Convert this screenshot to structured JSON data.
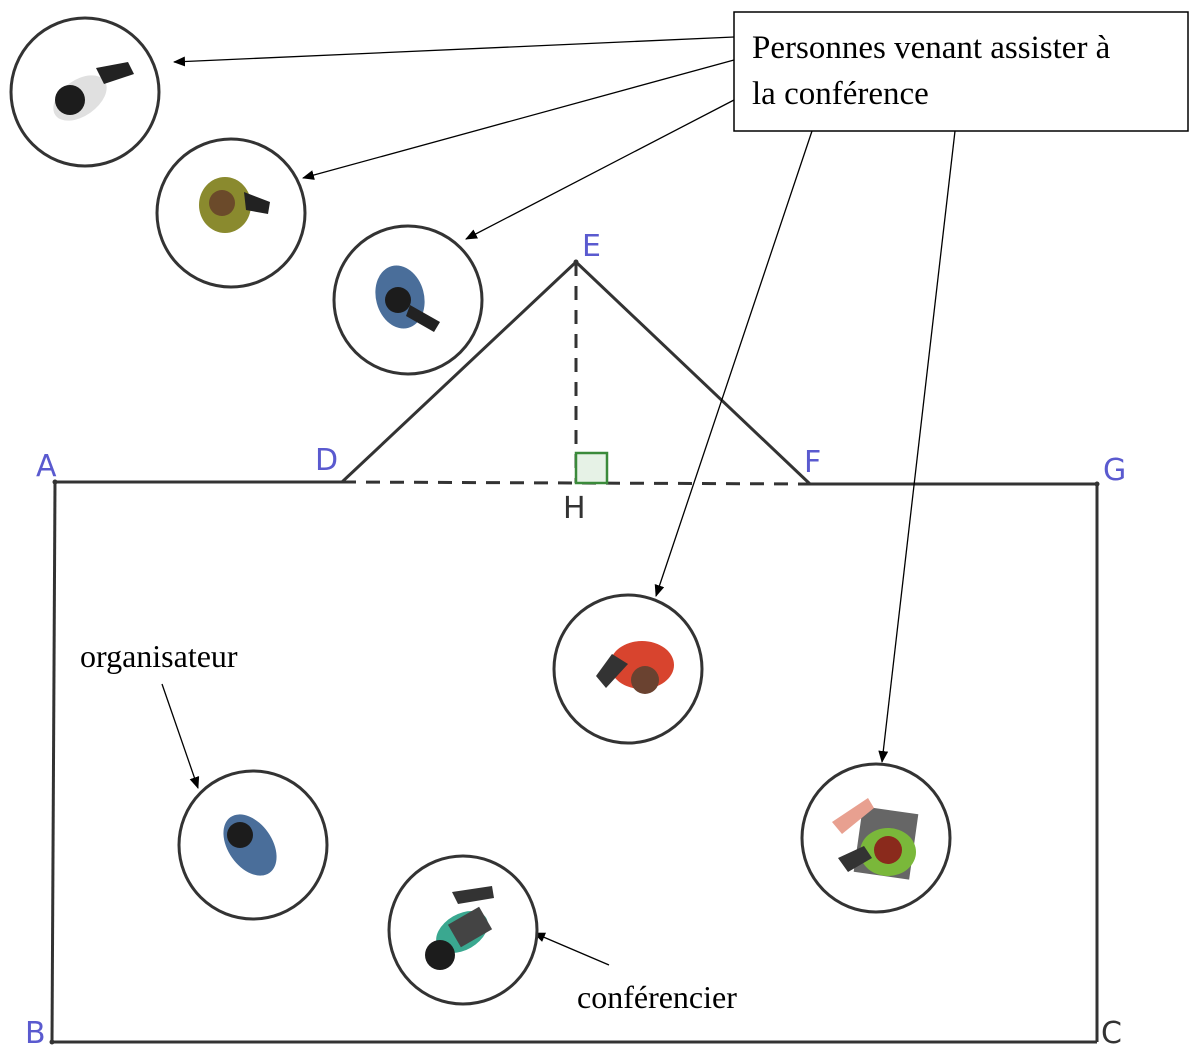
{
  "points": {
    "A": "A",
    "B": "B",
    "C": "C",
    "D": "D",
    "E": "E",
    "F": "F",
    "G": "G",
    "H": "H"
  },
  "callout": {
    "line1": "Personnes venant assister à",
    "line2": "la conférence"
  },
  "labels": {
    "organisateur": "organisateur",
    "conferencier": "conférencier"
  },
  "colors": {
    "point_label": "#5a5acf",
    "outline": "#333333",
    "right_angle": "#3a8a3a",
    "right_angle_fill": "#e6f2e6"
  },
  "people": [
    {
      "name": "person-dark-jacket-icon",
      "shirt": "#e0e0e0",
      "head": "#1c1c1c"
    },
    {
      "name": "person-olive-shirt-icon",
      "shirt": "#8a8a2e",
      "head": "#6b4a2a"
    },
    {
      "name": "person-blue-jacket-icon",
      "shirt": "#4a6e9a",
      "head": "#1c1c1c"
    },
    {
      "name": "person-red-shirt-icon",
      "shirt": "#d8442e",
      "head": "#6a4230"
    },
    {
      "name": "person-green-shirt-icon",
      "shirt": "#7ab83a",
      "head": "#8a2a1c"
    },
    {
      "name": "organizer-person-icon",
      "shirt": "#4a6e9a",
      "head": "#1c1c1c"
    },
    {
      "name": "speaker-person-icon",
      "shirt": "#3aa890",
      "head": "#1c1c1c"
    }
  ]
}
